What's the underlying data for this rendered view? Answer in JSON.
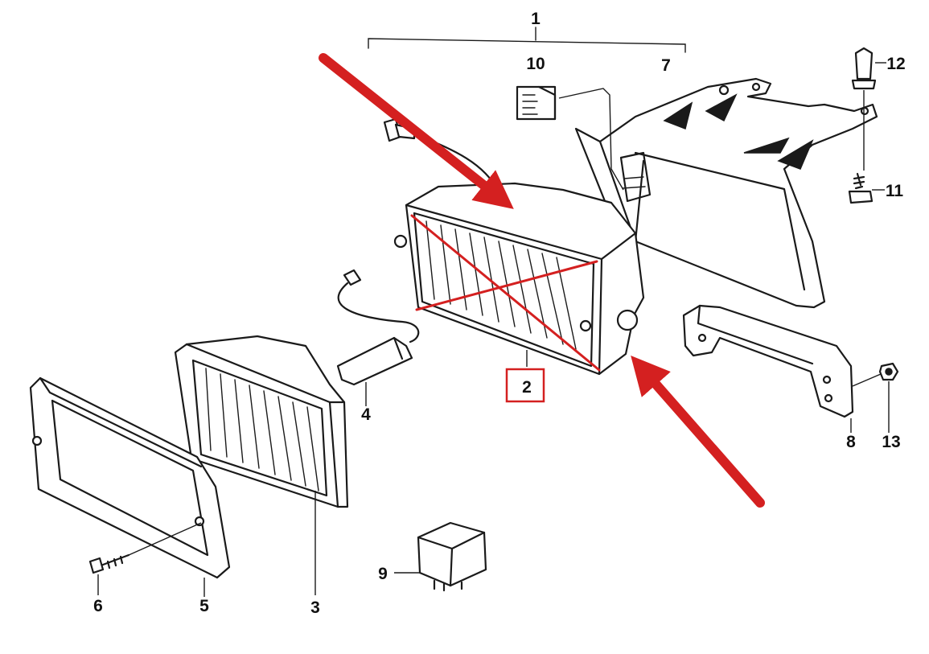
{
  "callouts": {
    "c1": "1",
    "c2": "2",
    "c3": "3",
    "c4": "4",
    "c5": "5",
    "c6": "6",
    "c7": "7",
    "c8": "8",
    "c9": "9",
    "c10": "10",
    "c11": "11",
    "c12": "12",
    "c13": "13"
  },
  "highlighted_callout": "2",
  "colors": {
    "ink": "#1a1a1a",
    "annotation": "#d42020",
    "background": "#ffffff"
  },
  "annotations": [
    "arrow-top-left",
    "arrow-bottom-right",
    "cross-mark",
    "highlight-box"
  ]
}
